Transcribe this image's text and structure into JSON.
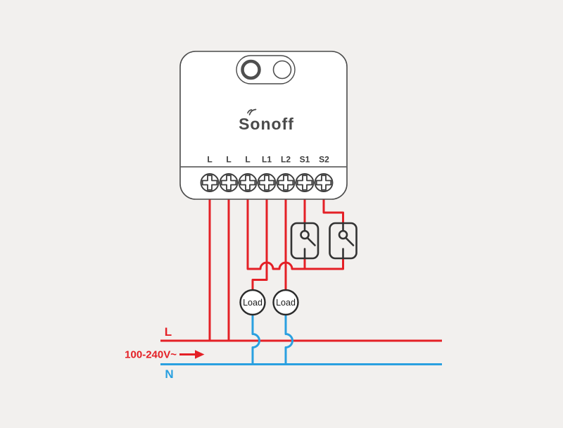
{
  "device": {
    "brand": "Sonoff",
    "terminal_labels": [
      "L",
      "L",
      "L",
      "L1",
      "L2",
      "S1",
      "S2"
    ]
  },
  "circuit": {
    "live_label": "L",
    "neutral_label": "N",
    "voltage_label": "100-240V~",
    "loads": [
      "Load",
      "Load"
    ]
  },
  "colors": {
    "live_red": "#e42026",
    "neutral_blue": "#2aa0e0",
    "symbol_dark": "#333333",
    "device_outline": "#4a4a4a",
    "background": "#f2f0ee",
    "device_fill": "#ffffff"
  }
}
